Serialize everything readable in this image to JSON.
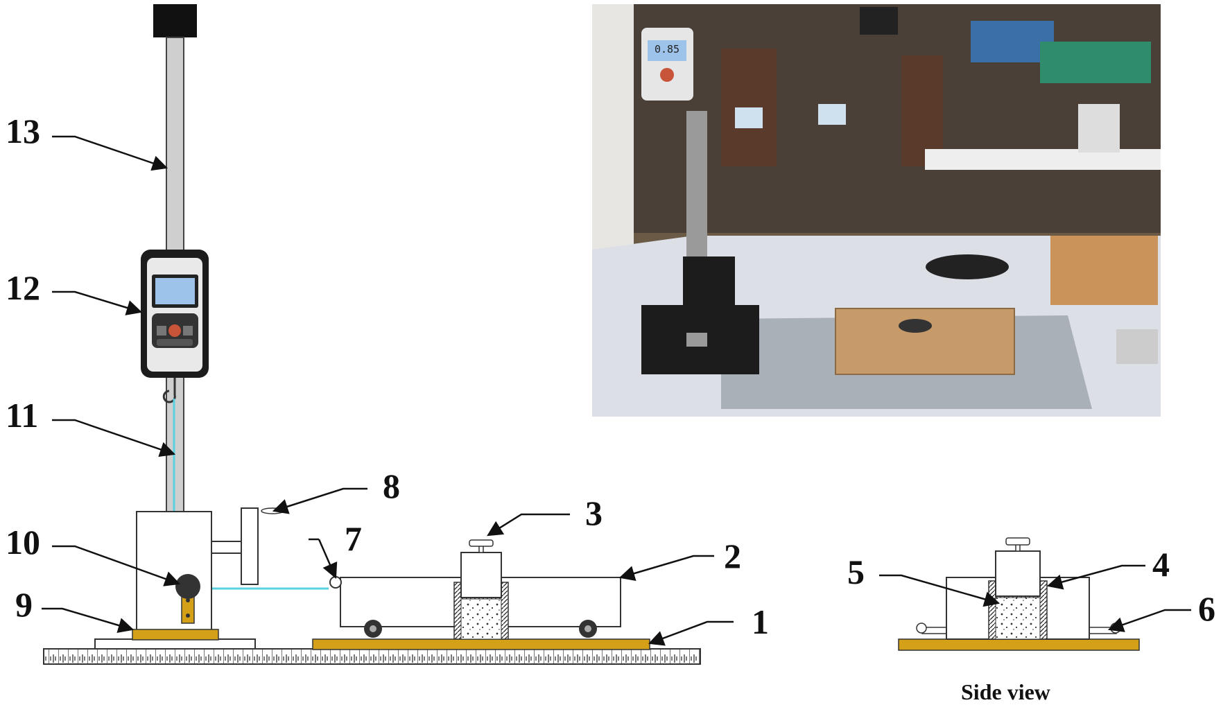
{
  "labels": {
    "l1": "1",
    "l2": "2",
    "l3": "3",
    "l4": "4",
    "l5": "5",
    "l6": "6",
    "l7": "7",
    "l8": "8",
    "l9": "9",
    "l10": "10",
    "l11": "11",
    "l12": "12",
    "l13": "13"
  },
  "caption": "Side view",
  "gauge": {
    "reading": "0.85"
  },
  "colors": {
    "brass": "#d4a017",
    "cord": "#5ad0e0",
    "screen": "#9ec3ea",
    "bg": "#ffffff"
  }
}
